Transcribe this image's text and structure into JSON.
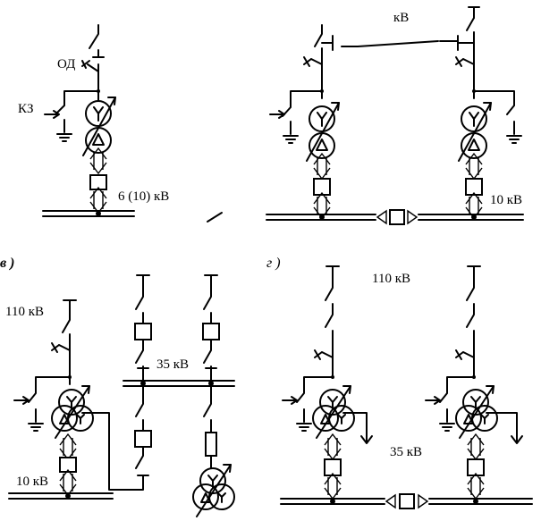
{
  "panel_a": {
    "od_label": "ОД",
    "kz_label": "КЗ",
    "bus_label": "6 (10)  кВ"
  },
  "panel_b": {
    "top_label": "кВ",
    "bus_label": "10  кВ"
  },
  "panel_c": {
    "marker": "в )",
    "hv_label": "110  кВ",
    "mv_label": "35  кВ",
    "lv_label": "10  кВ"
  },
  "panel_d": {
    "marker": "г )",
    "hv_label": "110  кВ",
    "mv_label": "35  кВ"
  }
}
